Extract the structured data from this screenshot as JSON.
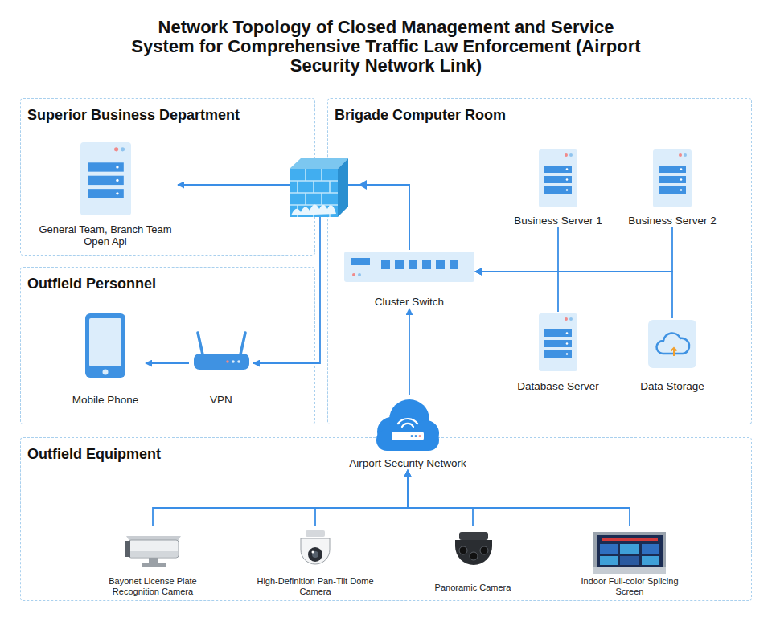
{
  "diagram": {
    "title": "Network Topology of Closed Management and Service System for Comprehensive Traffic Law Enforcement (Airport Security Network Link)",
    "nodes": [
      {
        "text": [
          "Superior Business Department"
        ]
      },
      {
        "text": [
          "General Team, Branch Team Open Api"
        ],
        "in": 0
      },
      {
        "text": [
          "Brigade Computer Room"
        ]
      },
      {
        "text": [
          "Business Server 1"
        ],
        "in": 2
      },
      {
        "text": [
          "Business Server 2"
        ],
        "in": 2
      },
      {
        "text": [
          "Cluster Switch"
        ],
        "in": 2
      },
      {
        "text": [
          "Database Server"
        ],
        "in": 2
      },
      {
        "text": [
          "Data Storage"
        ],
        "in": 2
      },
      {
        "text": [
          "Outfield Personnel"
        ]
      },
      {
        "text": [
          "Mobile Phone"
        ],
        "in": 8
      },
      {
        "text": [
          "VPN"
        ],
        "in": 8
      },
      {
        "text": [
          "Outfield Equipment"
        ]
      },
      {
        "text": [
          "Airport Security Network"
        ],
        "in": 11
      },
      {
        "text": [
          "Bayonet License Plate Recognition Camera"
        ],
        "in": 11
      },
      {
        "text": [
          "High-Definition Pan-Tilt Dome Camera"
        ],
        "in": 11
      },
      {
        "text": [
          "Panoramic Camera"
        ],
        "in": 11
      },
      {
        "text": [
          "Indoor Full-color Splicing Screen"
        ],
        "in": 11
      }
    ],
    "edges": [
      {
        "from": 5,
        "to": 1,
        "arrow": "to"
      },
      {
        "from": 5,
        "to": 10,
        "arrow": "to"
      },
      {
        "from": 10,
        "to": 9,
        "arrow": "to"
      },
      {
        "from": 3,
        "to": 5,
        "arrow": "to"
      },
      {
        "from": 4,
        "to": 5,
        "arrow": "to"
      },
      {
        "from": 6,
        "to": 5,
        "arrow": "to"
      },
      {
        "from": 7,
        "to": 5,
        "arrow": "to"
      },
      {
        "from": 12,
        "to": 5,
        "arrow": "to"
      },
      {
        "from": 13,
        "to": 12,
        "arrow": "to"
      },
      {
        "from": 14,
        "to": 12,
        "arrow": "to"
      },
      {
        "from": 15,
        "to": 12,
        "arrow": "to"
      },
      {
        "from": 16,
        "to": 12,
        "arrow": "to"
      }
    ]
  }
}
